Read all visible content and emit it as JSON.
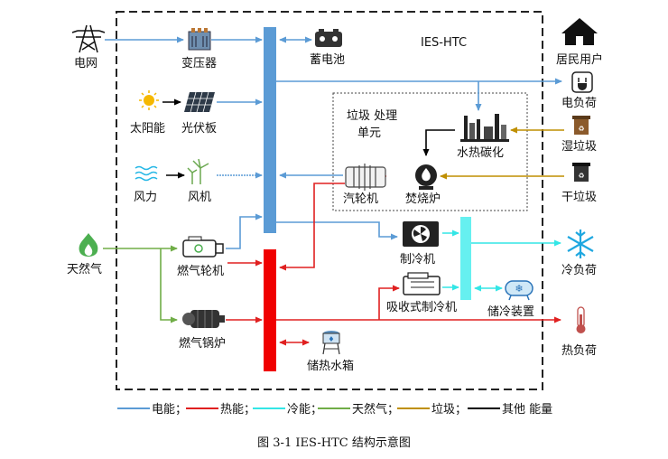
{
  "title": "IES-HTC",
  "nodes": {
    "grid": "电网",
    "transformer": "变压器",
    "battery": "蓄电池",
    "solar": "太阳能",
    "pv_panel": "光伏板",
    "wind": "风力",
    "wind_turbine": "风机",
    "natural_gas": "天然气",
    "gas_turbine": "燃气轮机",
    "gas_boiler": "燃气锅炉",
    "heat_storage": "储热水箱",
    "steam_turbine": "汽轮机",
    "incinerator": "焚烧炉",
    "htc": "水热碳化",
    "refrigerator": "制冷机",
    "absorption_chiller": "吸收式制冷机",
    "cold_storage": "储冷装置",
    "residential": "居民用户",
    "elec_load": "电负荷",
    "wet_waste": "湿垃圾",
    "dry_waste": "干垃圾",
    "cold_load": "冷负荷",
    "heat_load": "热负荷"
  },
  "waste_unit": {
    "line1": "垃圾 处理",
    "line2": "单元"
  },
  "legend": [
    {
      "label": "电能；",
      "color": "#5b9bd5"
    },
    {
      "label": "热能；",
      "color": "#e02020"
    },
    {
      "label": "冷能；",
      "color": "#33e6e6"
    },
    {
      "label": "天然气；",
      "color": "#70ad47"
    },
    {
      "label": "垃圾；",
      "color": "#bf8f00"
    },
    {
      "label": "其他 能量",
      "color": "#000000"
    }
  ],
  "caption": "图 3-1 IES-HTC 结构示意图"
}
